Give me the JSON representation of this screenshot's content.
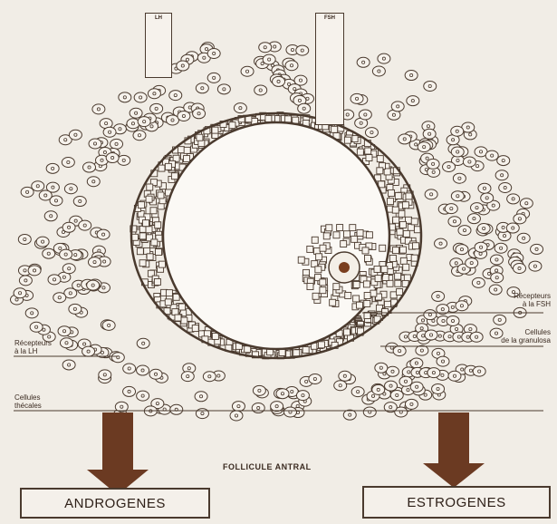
{
  "hormones": {
    "lh": "LH",
    "fsh": "FSH"
  },
  "labels": {
    "receptors_fsh": "Récepteurs\nà la FSH",
    "receptors_lh": "Récepteurs\nà la LH",
    "granulosa_cells": "Cellules\nde la granulosa",
    "theca_cells": "Cellules\nthécales"
  },
  "title": "FOLLICULE ANTRAL",
  "outputs": {
    "androgens": "ANDROGENES",
    "estrogens": "ESTROGENES"
  },
  "colors": {
    "background": "#f1ede6",
    "ink": "#4a3a2e",
    "arrow": "#6b3a22",
    "nucleus": "#7a3e1e"
  }
}
